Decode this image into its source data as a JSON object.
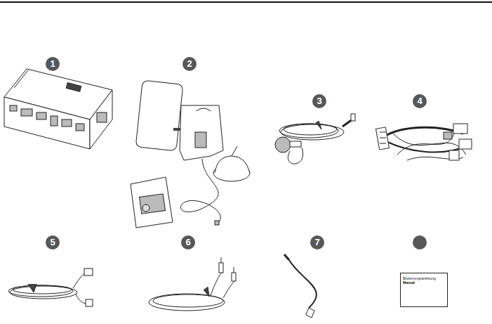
{
  "diagram": {
    "nodes": [
      {
        "text": [
          "1"
        ]
      },
      {
        "text": [
          "2"
        ]
      },
      {
        "text": [
          "3"
        ]
      },
      {
        "text": [
          "4"
        ]
      },
      {
        "text": [
          "5"
        ]
      },
      {
        "text": [
          "6"
        ]
      },
      {
        "text": [
          "7"
        ]
      },
      {
        "text": [
          "Bedienungsanleitung",
          "Manual"
        ]
      }
    ]
  }
}
